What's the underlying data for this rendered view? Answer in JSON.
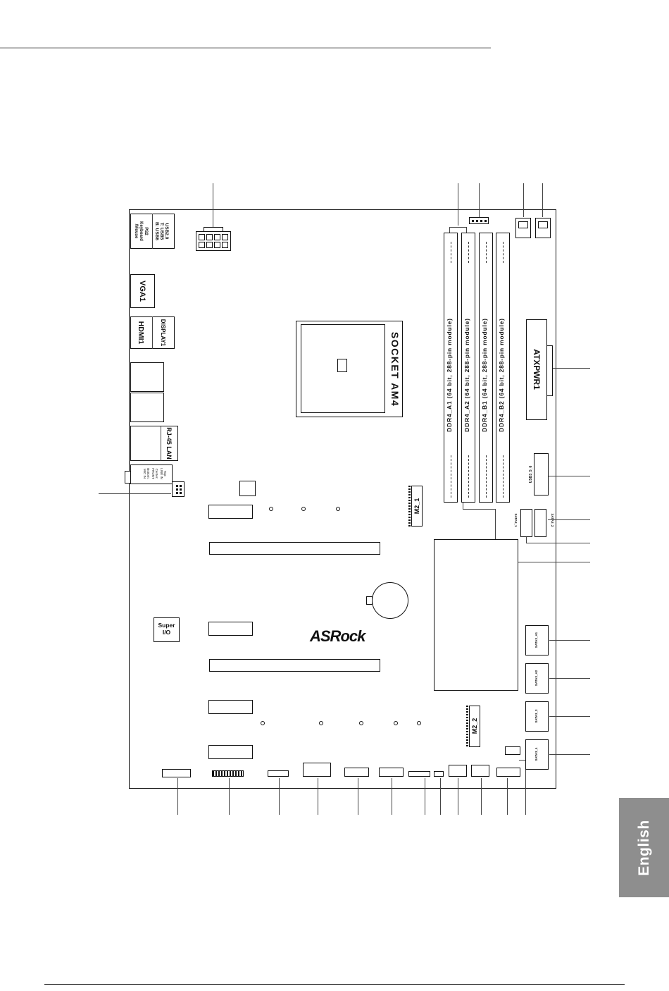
{
  "board": {
    "io": {
      "usb_ps2": "USB2.0\nT: USB5\nB: USB6",
      "ps2": "PS2\nKeyboard\n/Mouse",
      "vga": "VGA1",
      "hdmi": "HDMI1",
      "display": "DISPLAY1",
      "rj45": "RJ-45 LAN",
      "audio_top": "Top:\nLINE IN",
      "audio_center": "Center:\nFRONT",
      "audio_bottom": "Bottom:\nMIC IN"
    },
    "socket": "SOCKET AM4",
    "dimms": [
      "DDR4_A1 (64 bit, 288-pin module)",
      "DDR4_A2 (64 bit, 288-pin module)",
      "DDR4_B1 (64 bit, 288-pin module)",
      "DDR4_B2 (64 bit, 288-pin module)"
    ],
    "atxpwr": "ATXPWR1",
    "usb3_header": "USB3_5_6",
    "sata_top": [
      "SATA3_1",
      "SATA3_2"
    ],
    "sata_right": [
      "SATA3_A1",
      "SATA3_A2",
      "SATA3_3",
      "SATA3_4"
    ],
    "m2": [
      "M2_1",
      "M2_2"
    ],
    "superio": "Super\nI/O",
    "brand": "ASRock"
  },
  "tab_label": "English",
  "colors": {
    "tab_bg": "#8e8e8e",
    "rule_top": "#b7b7b7",
    "line": "#111111"
  }
}
